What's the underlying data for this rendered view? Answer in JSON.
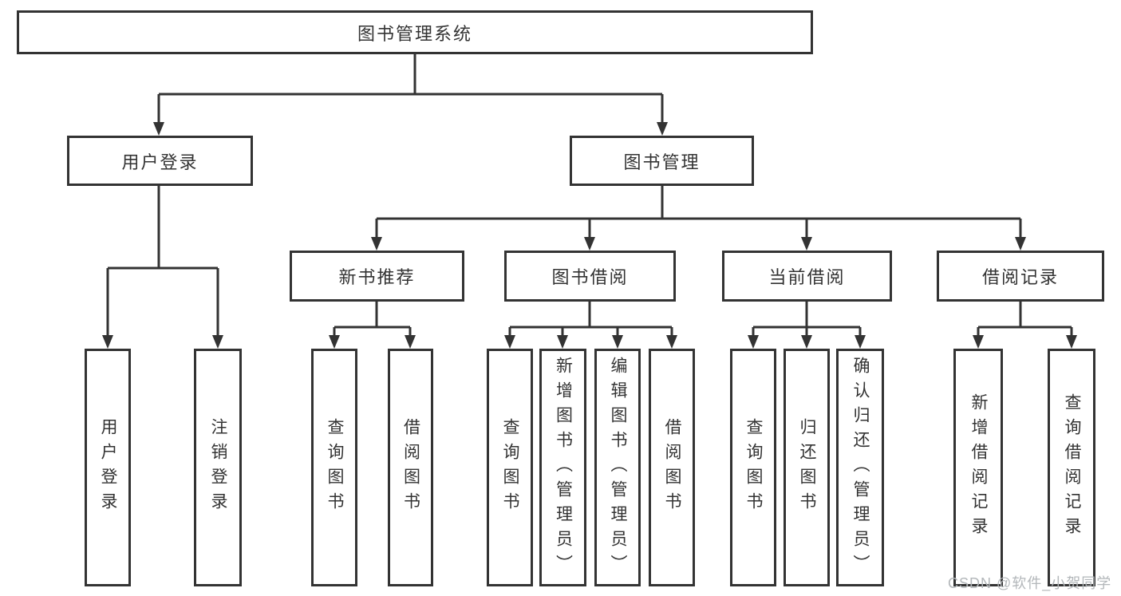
{
  "diagram": {
    "title": "图书管理系统",
    "watermark": "CSDN @软件_小贺同学",
    "colors": {
      "line": "#333333",
      "box_border": "#333333",
      "text": "#333333",
      "background": "#ffffff",
      "watermark": "#b3b7ba"
    },
    "tree": {
      "label": "图书管理系统",
      "children": [
        {
          "label": "用户登录",
          "children": [
            {
              "label": "用户登录"
            },
            {
              "label": "注销登录"
            }
          ]
        },
        {
          "label": "图书管理",
          "children": [
            {
              "label": "新书推荐",
              "children": [
                {
                  "label": "查询图书"
                },
                {
                  "label": "借阅图书"
                }
              ]
            },
            {
              "label": "图书借阅",
              "children": [
                {
                  "label": "查询图书"
                },
                {
                  "label": "新增图书（管理员）"
                },
                {
                  "label": "编辑图书（管理员）"
                },
                {
                  "label": "借阅图书"
                }
              ]
            },
            {
              "label": "当前借阅",
              "children": [
                {
                  "label": "查询图书"
                },
                {
                  "label": "归还图书"
                },
                {
                  "label": "确认归还（管理员）"
                }
              ]
            },
            {
              "label": "借阅记录",
              "children": [
                {
                  "label": "新增借阅记录"
                },
                {
                  "label": "查询借阅记录"
                }
              ]
            }
          ]
        }
      ]
    }
  }
}
